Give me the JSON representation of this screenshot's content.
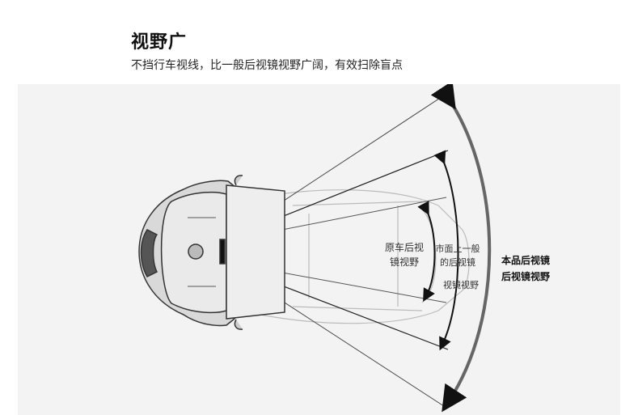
{
  "header": {
    "title": "视野广",
    "subtitle": "不挡行车视线，比一般后视镜视野广阔，有效扫除盲点"
  },
  "diagram": {
    "original_mirror_label": [
      "原车后视",
      "镜视野"
    ],
    "market_mirror_label": [
      "市面上一般",
      "的后视镜"
    ],
    "market_mirror_label_2": "视镜视野",
    "product_mirror_label": [
      "本品后视镜",
      "后视镜视野"
    ]
  }
}
